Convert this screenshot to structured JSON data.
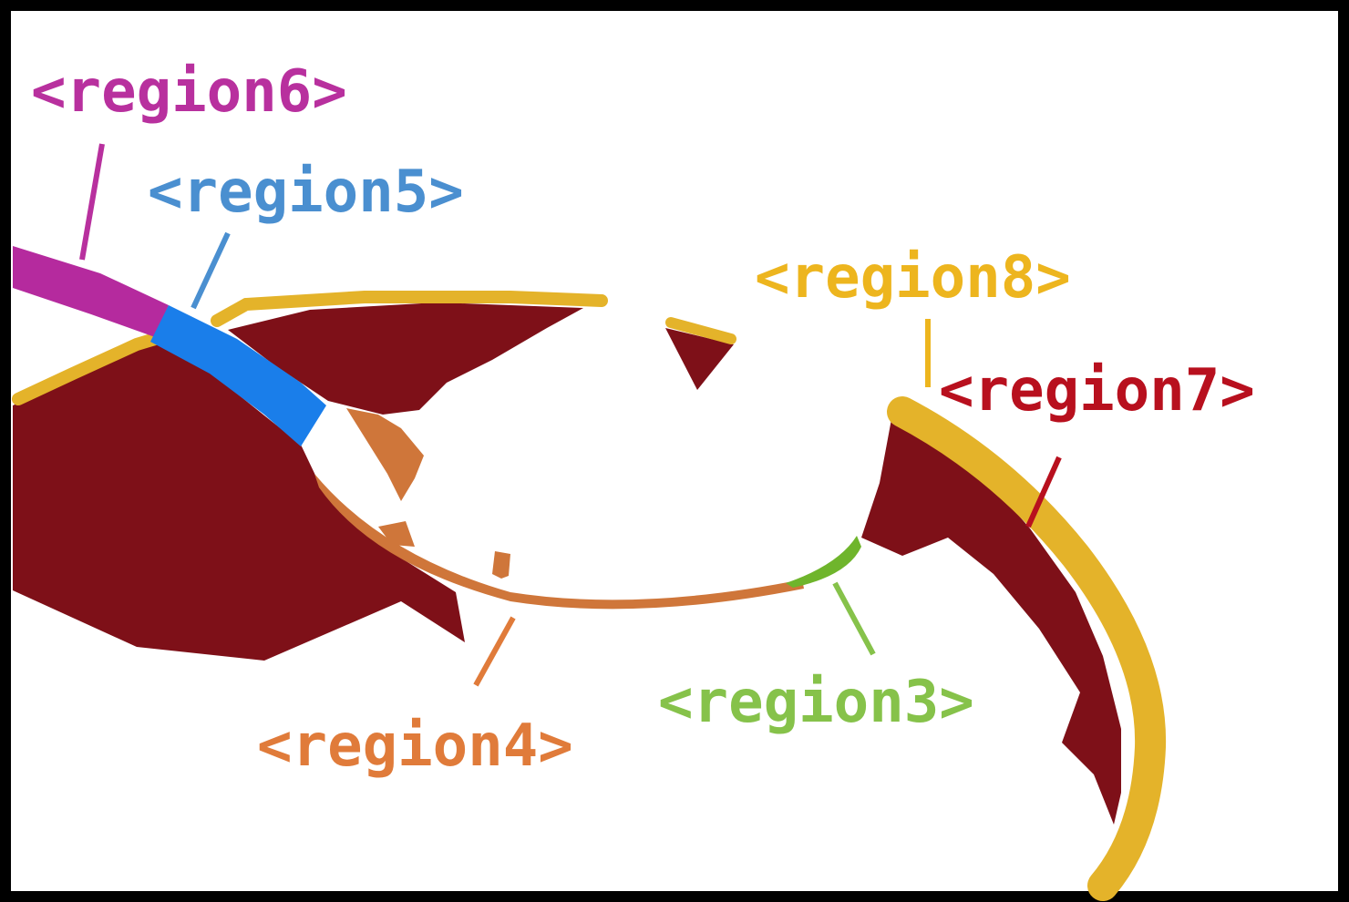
{
  "colors": {
    "region3": "#6FB52C",
    "region4": "#CF763A",
    "region5": "#1A7EEA",
    "region6": "#B52A9E",
    "region7": "#7E1018",
    "region8": "#E4B32A",
    "region3_label": "#86C24A",
    "region4_label": "#E07B3A",
    "region5_label": "#4A8FD0",
    "region6_label": "#B8309E",
    "region7_label": "#B8101E",
    "region8_label": "#EDB51E",
    "border": "#000000",
    "background": "#FFFFFF"
  },
  "labels": {
    "region3": "<region3>",
    "region4": "<region4>",
    "region5": "<region5>",
    "region6": "<region6>",
    "region7": "<region7>",
    "region8": "<region8>"
  }
}
